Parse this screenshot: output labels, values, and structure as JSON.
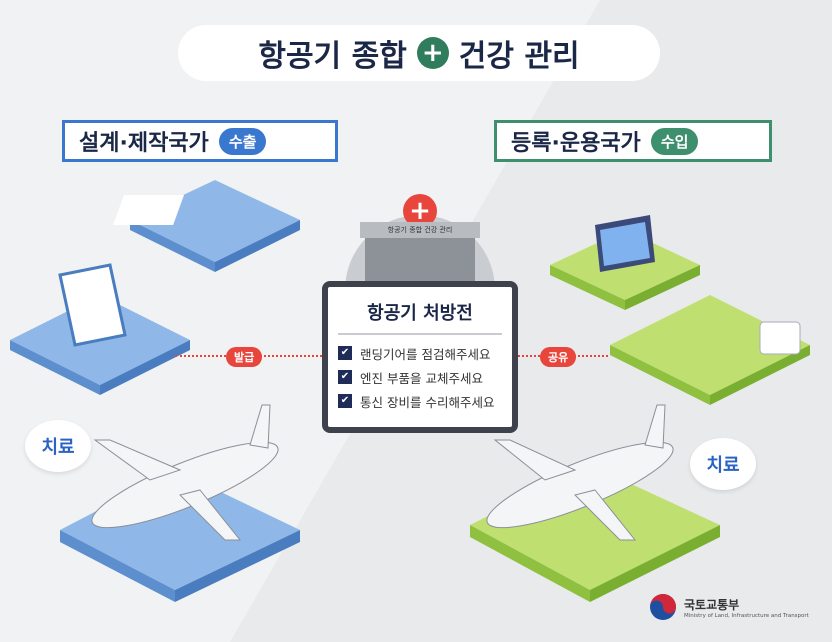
{
  "title": {
    "part1": "항공기 종합",
    "part2": "건강 관리",
    "plus_icon": "plus-circle-icon"
  },
  "left": {
    "label": "설계·제작국가",
    "badge": "수출",
    "color": "#3a78d0"
  },
  "right": {
    "label": "등록·운용국가",
    "badge": "수입",
    "color": "#3d8f6d"
  },
  "hangar": {
    "sign": "항공기 종합 건강 관리"
  },
  "card": {
    "title": "항공기 처방전",
    "items": [
      "랜딩기어를 점검해주세요",
      "엔진 부품을 교체주세요",
      "통신 장비를 수리해주세요"
    ]
  },
  "flow": {
    "issue": "발급",
    "share": "공유"
  },
  "treat_left": "치료",
  "treat_right": "치료",
  "logo": {
    "korean": "국토교통부",
    "english": "Ministry of Land, Infrastructure and Transport"
  },
  "colors": {
    "accent_red": "#e8453c",
    "navy": "#1b2747",
    "left_platform": "#8fb8e8",
    "right_platform": "#bfe070"
  }
}
